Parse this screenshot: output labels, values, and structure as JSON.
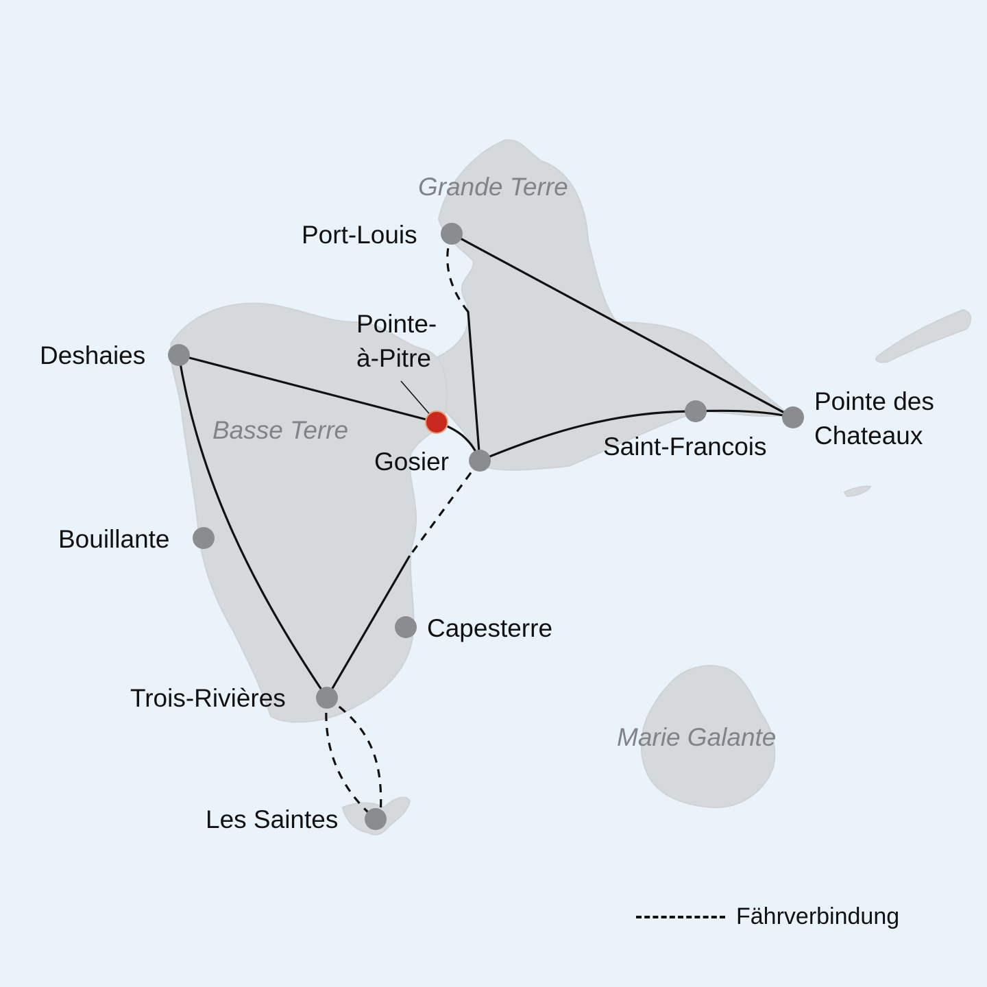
{
  "map": {
    "background_color": "#eaf2fa",
    "land_color": "#d6d9dc",
    "regions": [
      {
        "name": "Grande Terre"
      },
      {
        "name": "Basse Terre"
      },
      {
        "name": "Marie Galante"
      }
    ],
    "places": [
      {
        "name": "Port-Louis",
        "marker": "gray"
      },
      {
        "name": "Pointe-",
        "name2": "à-Pitre",
        "marker": "red",
        "color": "#c8281e"
      },
      {
        "name": "Deshaies",
        "marker": "gray"
      },
      {
        "name": "Gosier",
        "marker": "gray"
      },
      {
        "name": "Saint-Francois",
        "marker": "gray"
      },
      {
        "name": "Pointe des",
        "name2": "Chateaux",
        "marker": "gray"
      },
      {
        "name": "Bouillante",
        "marker": "gray"
      },
      {
        "name": "Capesterre",
        "marker": "gray"
      },
      {
        "name": "Trois-Rivières",
        "marker": "gray"
      },
      {
        "name": "Les Saintes",
        "marker": "gray"
      }
    ],
    "routes": [
      {
        "from": "Port-Louis",
        "to": "Pointe des Chateaux",
        "type": "road"
      },
      {
        "from": "Deshaies",
        "to": "Pointe-à-Pitre",
        "type": "road"
      },
      {
        "from": "Pointe-à-Pitre",
        "to": "Gosier",
        "type": "road"
      },
      {
        "from": "Gosier",
        "to": "Saint-Francois",
        "type": "road"
      },
      {
        "from": "Saint-Francois",
        "to": "Pointe des Chateaux",
        "type": "road"
      },
      {
        "from": "Deshaies",
        "to": "Trois-Rivières",
        "type": "road"
      },
      {
        "from": "Trois-Rivières",
        "to": "Gosier",
        "type": "road+ferry"
      },
      {
        "from": "Gosier",
        "to": "Port-Louis",
        "type": "road+ferry"
      },
      {
        "from": "Trois-Rivières",
        "to": "Les Saintes",
        "type": "ferry"
      },
      {
        "from": "Les Saintes",
        "to": "Trois-Rivières",
        "type": "ferry"
      }
    ]
  },
  "legend": {
    "ferry_label": "Fährverbindung"
  }
}
